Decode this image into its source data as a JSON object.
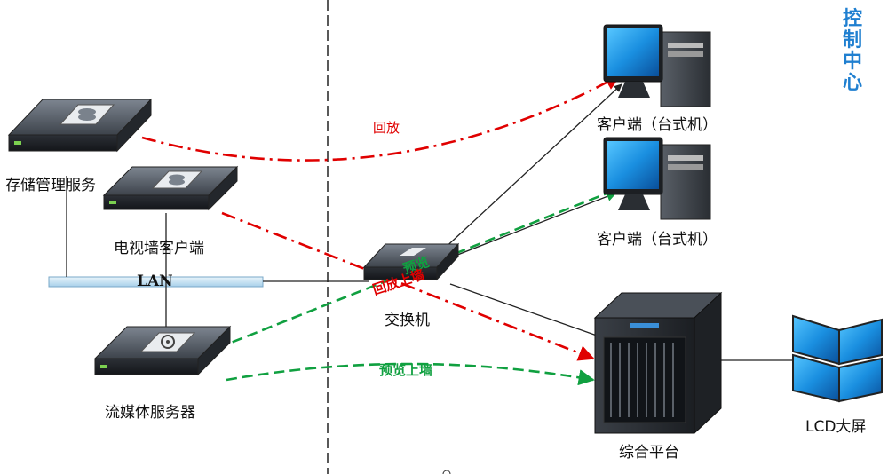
{
  "title_vertical": "控制中心",
  "nodes": {
    "storage": "存储管理服务",
    "videowall_client": "电视墙客户端",
    "lan": "LAN",
    "streaming": "流媒体服务器",
    "switch": "交换机",
    "client1": "客户端（台式机）",
    "client2": "客户端（台式机）",
    "platform": "综合平台",
    "lcd": "LCD大屏"
  },
  "flows": {
    "playback": "回放",
    "preview": "预览",
    "playback_wall": "回放上墙",
    "preview_wall": "预览上墙"
  },
  "colors": {
    "red": "#e00000",
    "green": "#10a040",
    "accent_blue": "#1f7fd0",
    "lan_fill": "#cfe6f5"
  },
  "icons": {
    "server": "rack-server-icon",
    "desktop": "desktop-computer-icon",
    "switch": "network-switch-icon",
    "platform": "cabinet-platform-icon",
    "lcd": "video-wall-icon"
  }
}
